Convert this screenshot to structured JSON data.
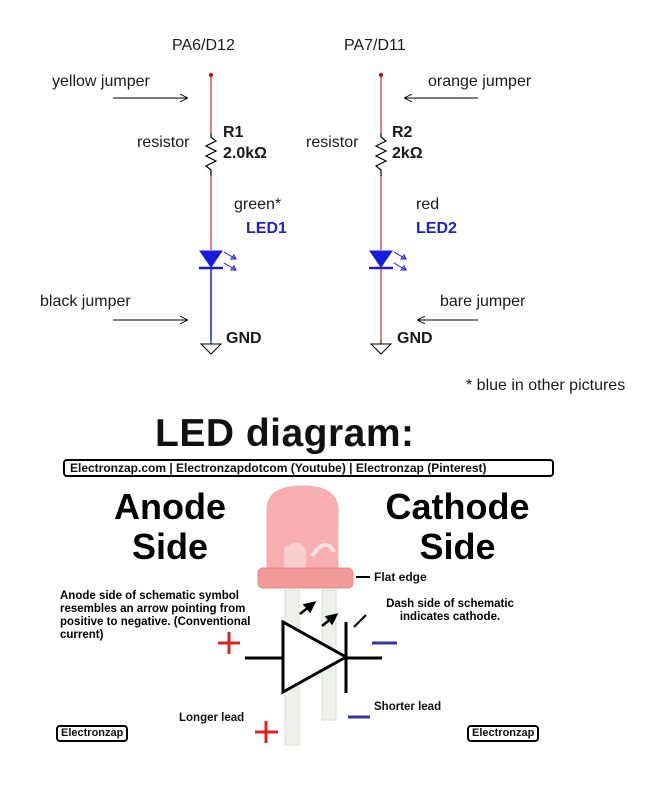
{
  "schematic": {
    "left": {
      "node": "PA6/D12",
      "top_jumper": "yellow jumper",
      "resistor_word": "resistor",
      "ref": "R1",
      "value": "2.0kΩ",
      "led_color": "green*",
      "led_ref": "LED1",
      "bottom_jumper": "black jumper",
      "gnd": "GND"
    },
    "right": {
      "node": "PA7/D11",
      "top_jumper": "orange jumper",
      "resistor_word": "resistor",
      "ref": "R2",
      "value": "2kΩ",
      "led_color": "red",
      "led_ref": "LED2",
      "bottom_jumper": "bare jumper",
      "gnd": "GND"
    },
    "footnote": "* blue in other pictures"
  },
  "diagram": {
    "title": "LED diagram:",
    "credits": "Electronzap.com | Electronzapdotcom (Youtube) | Electronzap (Pinterest)",
    "anode_heading_line1": "Anode",
    "anode_heading_line2": "Side",
    "cathode_heading_line1": "Cathode",
    "cathode_heading_line2": "Side",
    "flat_edge": "Flat edge",
    "anode_note": "Anode side of schematic symbol resembles an arrow pointing from positive to negative. (Conventional current)",
    "cathode_note": "Dash side of schematic indicates cathode.",
    "longer_lead": "Longer lead",
    "shorter_lead": "Shorter lead",
    "watermark_left": "Electronzap",
    "watermark_right": "Electronzap",
    "colors": {
      "wire": "#cc0000",
      "led": "#1a1adf",
      "plus": "#e02020",
      "minus": "#3333aa",
      "led_body": "#f4a0a0"
    }
  }
}
